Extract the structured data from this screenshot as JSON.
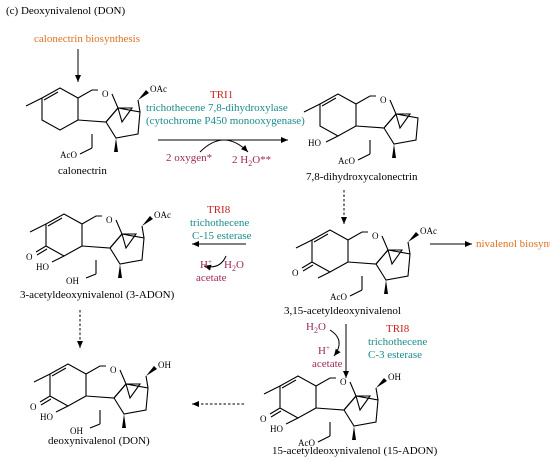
{
  "header": {
    "title": "(c) Deoxynivalenol (DON)"
  },
  "top_feed": {
    "label": "calonectrin biosynthesis",
    "color": "#e07020"
  },
  "compounds": {
    "calonectrin": "calonectrin",
    "dihydroxy": "7,8-dihydroxycalonectrin",
    "acdon3": "3-acetyldeoxynivalenol (3-ADON)",
    "acdon315": "3,15-acetyldeoxynivalenol",
    "acdon15": "15-acetyldeoxynivalenol (15-ADON)",
    "don": "deoxynivalenol (DON)"
  },
  "side_branch": {
    "label": "nivalenol biosynthesis",
    "color": "#e07020"
  },
  "step1": {
    "gene": "TRI1",
    "enzyme_line1": "trichothecene 7,8-dihydroxylase",
    "enzyme_line2": "(cytochrome P450 monooxygenase)",
    "cofactor_in": "2 oxygen*",
    "cofactor_out_prefix": "2 H",
    "cofactor_out_sub": "2",
    "cofactor_out_suffix": "O**"
  },
  "step2": {
    "gene": "TRI8",
    "enzyme_line1": "trichothecene",
    "enzyme_line2": "C-15 esterase",
    "in_prefix": "H",
    "in_sup": "+",
    "water_prefix": "H",
    "water_sub": "2",
    "water_suffix": "O",
    "out": "acetate"
  },
  "step3": {
    "gene": "TRI8",
    "enzyme_line1": "trichothecene",
    "enzyme_line2": "C-3 esterase",
    "water_prefix": "H",
    "water_sub": "2",
    "water_suffix": "O",
    "in_prefix": "H",
    "in_sup": "+",
    "out": "acetate"
  },
  "atoms": {
    "oac": "OAc",
    "aco": "AcO",
    "ho": "HO",
    "oh": "OH",
    "o": "O"
  },
  "colors": {
    "gene": "#cc2222",
    "enzyme": "#1a8a8a",
    "cofactor": "#a0285a",
    "feed": "#e07020"
  }
}
